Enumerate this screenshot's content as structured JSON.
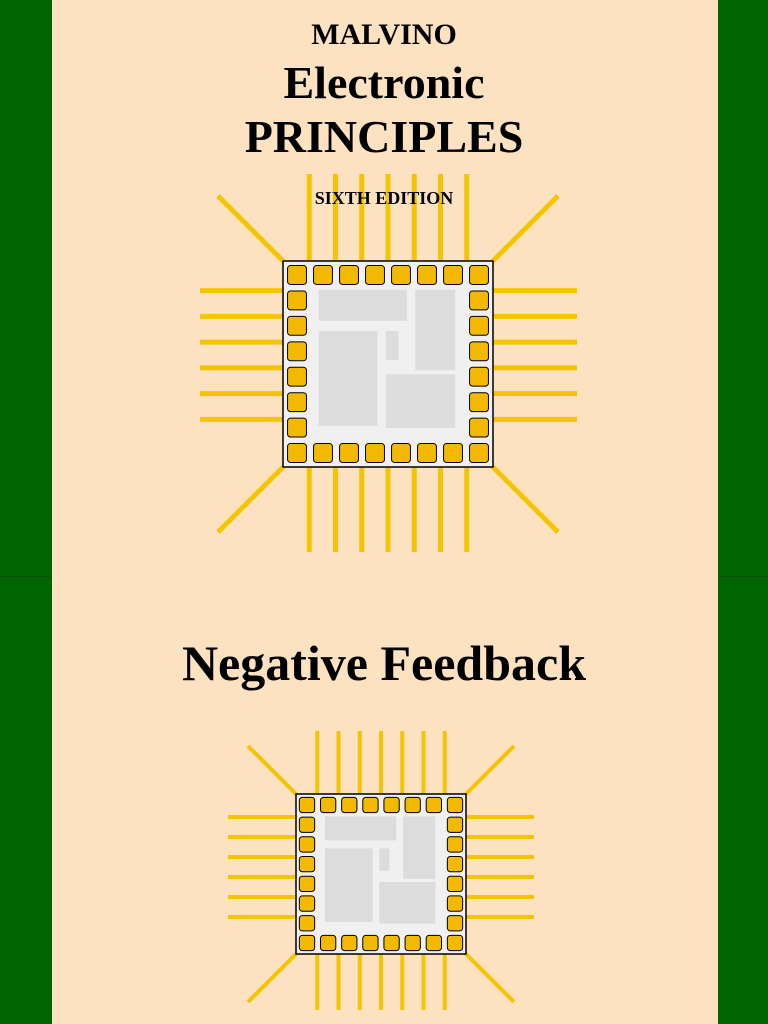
{
  "cover": {
    "author": "MALVINO",
    "title_line1": "Electronic",
    "title_line2": "PRINCIPLES",
    "edition": "SIXTH EDITION"
  },
  "chapter": {
    "title": "Negative  Feedback"
  },
  "colors": {
    "page_background": "#fde2c2",
    "side_bars": "#006400",
    "pins": "#f5c400",
    "pads": "#f2b900",
    "chip_body": "#f0f0f0",
    "chip_blocks": "#dcdcdc"
  },
  "icons": {
    "top_chip": "integrated-circuit-chip-icon",
    "bottom_chip": "integrated-circuit-chip-icon"
  }
}
